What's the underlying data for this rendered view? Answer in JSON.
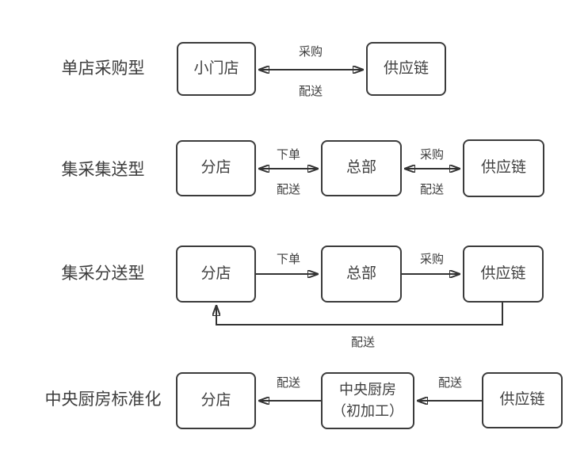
{
  "colors": {
    "background": "#ffffff",
    "box_border": "#3b3b3b",
    "line": "#333333",
    "text": "#404040"
  },
  "rows": [
    {
      "label": "单店采购型",
      "nodes": [
        {
          "text": "小门店"
        },
        {
          "text": "供应链"
        }
      ],
      "edges": [
        {
          "between": [
            "小门店",
            "供应链"
          ],
          "direction": "bidirectional",
          "label_top": "采购",
          "label_bottom": "配送"
        }
      ]
    },
    {
      "label": "集采集送型",
      "nodes": [
        {
          "text": "分店"
        },
        {
          "text": "总部"
        },
        {
          "text": "供应链"
        }
      ],
      "edges": [
        {
          "between": [
            "分店",
            "总部"
          ],
          "direction": "bidirectional",
          "label_top": "下单",
          "label_bottom": "配送"
        },
        {
          "between": [
            "总部",
            "供应链"
          ],
          "direction": "bidirectional",
          "label_top": "采购",
          "label_bottom": "配送"
        }
      ]
    },
    {
      "label": "集采分送型",
      "nodes": [
        {
          "text": "分店"
        },
        {
          "text": "总部"
        },
        {
          "text": "供应链"
        }
      ],
      "edges": [
        {
          "between": [
            "分店",
            "总部"
          ],
          "direction": "right",
          "label_top": "下单"
        },
        {
          "between": [
            "总部",
            "供应链"
          ],
          "direction": "right",
          "label_top": "采购"
        },
        {
          "between": [
            "供应链",
            "分店"
          ],
          "direction": "return-loop",
          "label": "配送"
        }
      ]
    },
    {
      "label": "中央厨房标准化",
      "nodes": [
        {
          "text": "分店"
        },
        {
          "line1": "中央厨房",
          "line2": "（初加工）"
        },
        {
          "text": "供应链"
        }
      ],
      "edges": [
        {
          "between": [
            "中央厨房（初加工）",
            "分店"
          ],
          "direction": "left",
          "label_top": "配送"
        },
        {
          "between": [
            "供应链",
            "中央厨房（初加工）"
          ],
          "direction": "left",
          "label_top": "配送"
        }
      ]
    }
  ]
}
